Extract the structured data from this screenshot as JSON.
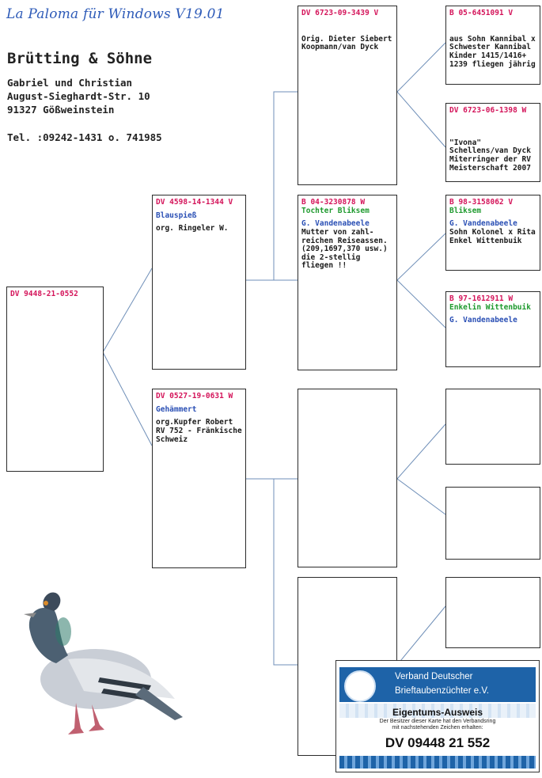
{
  "header": {
    "software": "La Paloma für Windows V19.01",
    "owner_name": "Brütting & Söhne",
    "owner_line1": "Gabriel und Christian",
    "owner_line2": "August-Sieghardt-Str. 10",
    "owner_line3": "91327 Gößweinstein",
    "phone": "Tel. :09242-1431 o. 741985"
  },
  "subject": {
    "ring": "DV 9448-21-0552"
  },
  "sire": {
    "ring": "DV 4598-14-1344 V",
    "name": "Blauspieß",
    "info": "org. Ringeler W."
  },
  "dam": {
    "ring": "DV 0527-19-0631 W",
    "name": "Gehämmert",
    "info": "org.Kupfer Robert\nRV 752 - Fränkische\nSchweiz"
  },
  "sire_sire": {
    "ring": "DV 6723-09-3439 V",
    "info": "Orig. Dieter Siebert\nKoopmann/van Dyck"
  },
  "sire_dam": {
    "ring": "B  04-3230878 W",
    "name": "Tochter Bliksem",
    "breeder": "G. Vandenabeele",
    "info": "Mutter von zahl-\nreichen Reiseassen.\n(209,1697,370 usw.)\ndie 2-stellig\nfliegen !!"
  },
  "sss": {
    "ring": "B  05-6451091 V",
    "info": "aus Sohn Kannibal x\nSchwester Kannibal\nKinder 1415/1416+\n1239 fliegen jährig"
  },
  "ssd": {
    "ring": "DV 6723-06-1398 W",
    "info": "\"Ivona\"\nSchellens/van Dyck\nMiterringer der RV\nMeisterschaft 2007"
  },
  "sds": {
    "ring": "B  98-3158062 V",
    "name": "Bliksem",
    "breeder": "G. Vandenabeele",
    "info": "Sohn Kolonel x Rita\nEnkel Wittenbuik"
  },
  "sdd": {
    "ring": "B  97-1612911 W",
    "name": "Enkelin Wittenbuik",
    "breeder": "G. Vandenabeele"
  },
  "card": {
    "org_line1": "Verband Deutscher",
    "org_line2": "Brieftaubenzüchter e.V.",
    "title": "Eigentums-Ausweis",
    "text_line1": "Der Besitzer dieser Karte hat den Verbandsring",
    "text_line2": "mit nachstehenden Zeichen erhalten:",
    "ring": "DV 09448 21 552"
  },
  "colors": {
    "ring": "#d4145a",
    "name_blue": "#2b50b5",
    "name_green": "#1e9a2e",
    "software_title": "#2e5bb8",
    "card_blue": "#1e63a8"
  }
}
